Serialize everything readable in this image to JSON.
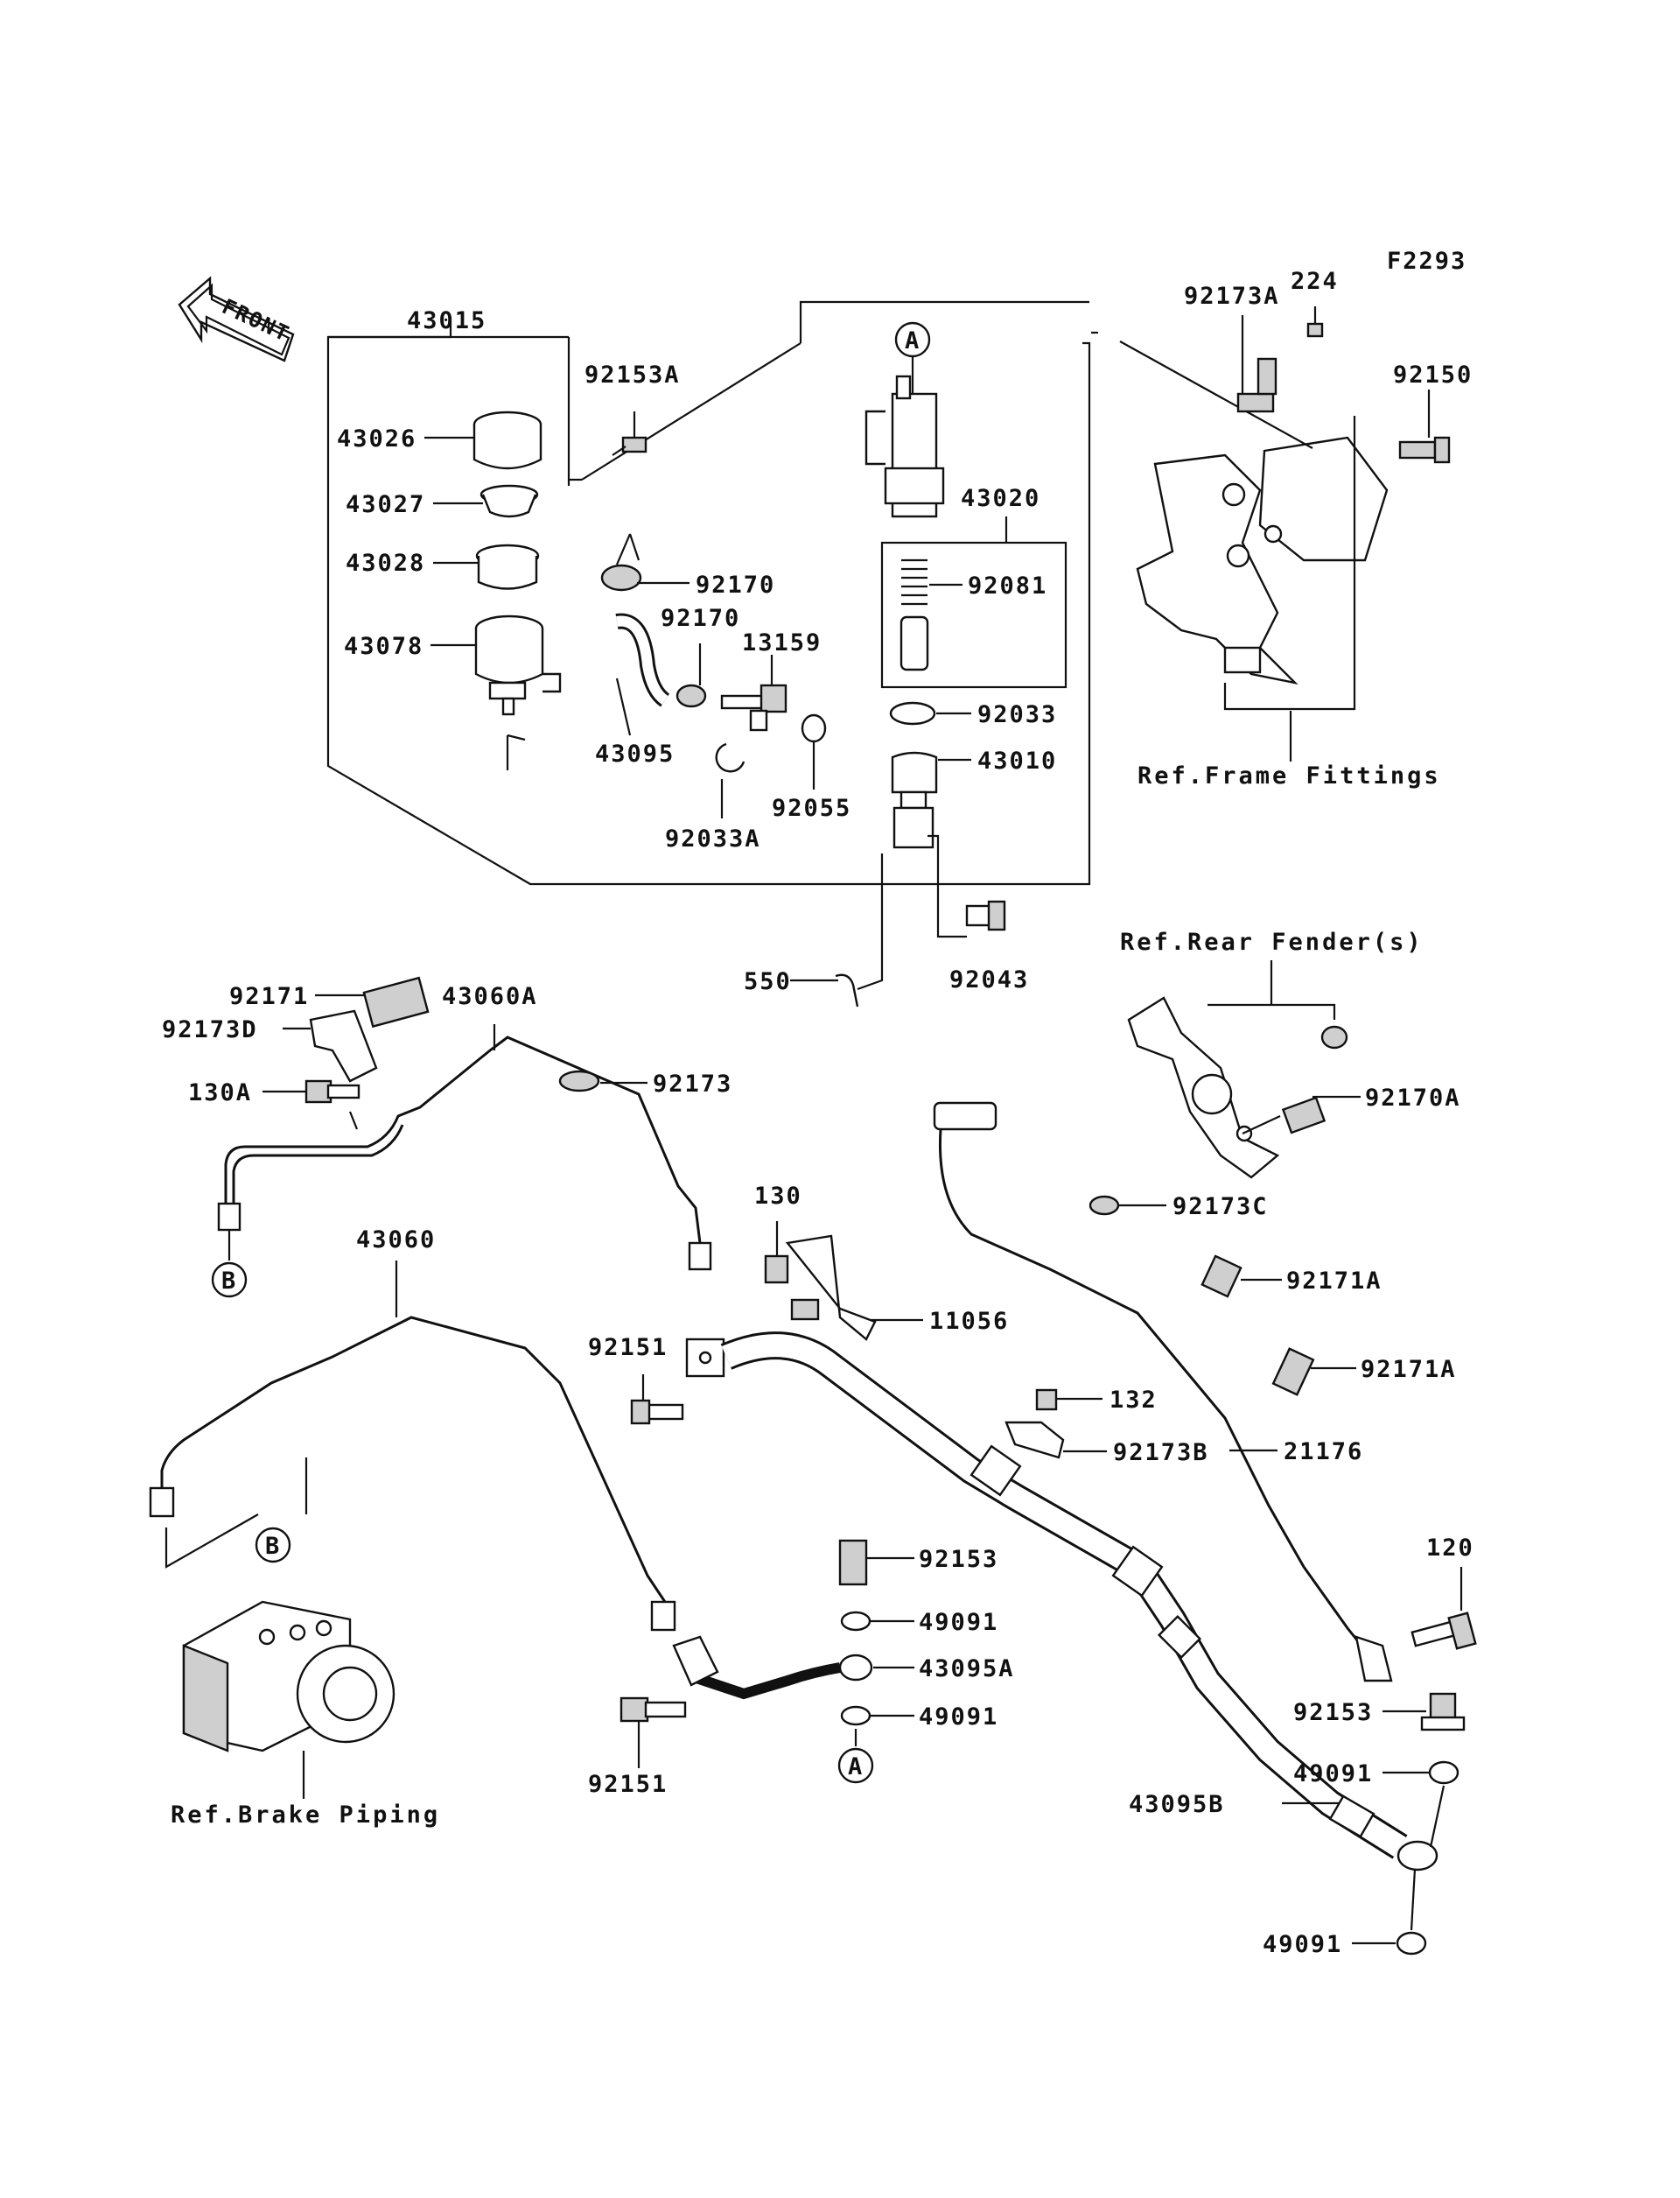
{
  "diagram": {
    "code": "F2293",
    "front_label": "FRONT",
    "part_labels": {
      "p43015": "43015",
      "p92153A": "92153A",
      "p43026": "43026",
      "p43027": "43027",
      "p43028": "43028",
      "p43078": "43078",
      "p92170a": "92170",
      "p92170b": "92170",
      "p13159": "13159",
      "p43095": "43095",
      "p92055": "92055",
      "p92033A": "92033A",
      "p43020": "43020",
      "p92081": "92081",
      "p92033": "92033",
      "p43010": "43010",
      "p92043": "92043",
      "p550": "550",
      "p224": "224",
      "p92173A": "92173A",
      "p92150": "92150",
      "p92171": "92171",
      "p92173D": "92173D",
      "p43060A": "43060A",
      "p130A": "130A",
      "p92173": "92173",
      "p92170A": "92170A",
      "p92173C": "92173C",
      "p92171Aa": "92171A",
      "p92171Ab": "92171A",
      "p130": "130",
      "p11056": "11056",
      "p43060": "43060",
      "p92151a": "92151",
      "p132": "132",
      "p92173B": "92173B",
      "p21176": "21176",
      "p92153a": "92153",
      "p49091a": "49091",
      "p43095A": "43095A",
      "p49091b": "49091",
      "p120": "120",
      "p92151b": "92151",
      "p92153b": "92153",
      "p49091c": "49091",
      "p43095B": "43095B",
      "p49091d": "49091"
    },
    "references": {
      "frame_fittings": "Ref.Frame Fittings",
      "rear_fender": "Ref.Rear Fender(s)",
      "brake_piping": "Ref.Brake Piping"
    },
    "callouts": {
      "a_top": "A",
      "a_bottom": "A",
      "b_left": "B",
      "b_abs": "B"
    }
  }
}
